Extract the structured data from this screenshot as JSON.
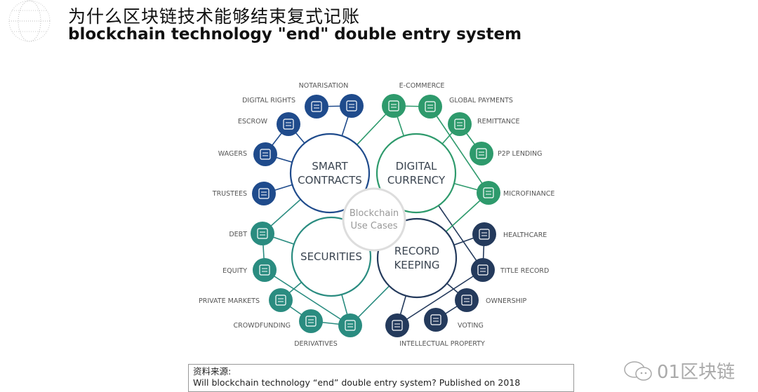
{
  "header": {
    "title_cn": "为什么区块链技术能够结束复式记账",
    "title_en": "blockchain technology \"end\" double entry system"
  },
  "diagram": {
    "center": [
      "Blockchain",
      "Use Cases"
    ],
    "categories": [
      {
        "key": "smart",
        "lines": [
          "SMART",
          "CONTRACTS"
        ],
        "color": "#1f4b8c"
      },
      {
        "key": "digital",
        "lines": [
          "DIGITAL",
          "CURRENCY"
        ],
        "color": "#2e9a6c"
      },
      {
        "key": "securities",
        "lines": [
          "SECURITIES"
        ],
        "color": "#2a8c80"
      },
      {
        "key": "record",
        "lines": [
          "RECORD",
          "KEEPING"
        ],
        "color": "#243a5c"
      }
    ],
    "nodes": [
      {
        "label": "NOTARISATION",
        "icon": "document-icon",
        "cat": "smart"
      },
      {
        "label": "DIGITAL RIGHTS",
        "icon": "money-server-icon",
        "cat": "smart"
      },
      {
        "label": "ESCROW",
        "icon": "person-exchange-icon",
        "cat": "smart"
      },
      {
        "label": "WAGERS",
        "icon": "calendar-check-icon",
        "cat": "smart"
      },
      {
        "label": "TRUSTEES",
        "icon": "bank-icon",
        "cat": "smart"
      },
      {
        "label": "DEBT",
        "icon": "hand-coin-icon",
        "cat": "securities"
      },
      {
        "label": "EQUITY",
        "icon": "growth-chart-icon",
        "cat": "securities"
      },
      {
        "label": "PRIVATE MARKETS",
        "icon": "lock-gear-icon",
        "cat": "securities"
      },
      {
        "label": "CROWDFUNDING",
        "icon": "people-network-icon",
        "cat": "securities"
      },
      {
        "label": "DERIVATIVES",
        "icon": "cells-icon",
        "cat": "securities"
      },
      {
        "label": "INTELLECTUAL PROPERTY",
        "icon": "lightbulb-icon",
        "cat": "record"
      },
      {
        "label": "VOTING",
        "icon": "raised-hands-icon",
        "cat": "record"
      },
      {
        "label": "OWNERSHIP",
        "icon": "key-icon",
        "cat": "record"
      },
      {
        "label": "TITLE RECORD",
        "icon": "house-icon",
        "cat": "record"
      },
      {
        "label": "HEALTHCARE",
        "icon": "medical-folder-icon",
        "cat": "record"
      },
      {
        "label": "MICROFINANCE",
        "icon": "cash-icon",
        "cat": "digital"
      },
      {
        "label": "P2P LENDING",
        "icon": "handshake-icon",
        "cat": "digital"
      },
      {
        "label": "REMITTANCE",
        "icon": "globe-transfer-icon",
        "cat": "digital"
      },
      {
        "label": "GLOBAL PAYMENTS",
        "icon": "globe-icon",
        "cat": "digital"
      },
      {
        "label": "E-COMMERCE",
        "icon": "shopping-cart-icon",
        "cat": "digital"
      }
    ]
  },
  "source": {
    "heading": "资料来源:",
    "text": "Will blockchain technology “end” double entry system? Published on 2018"
  },
  "watermark": {
    "text": "01区块链",
    "icon": "wechat-icon"
  }
}
